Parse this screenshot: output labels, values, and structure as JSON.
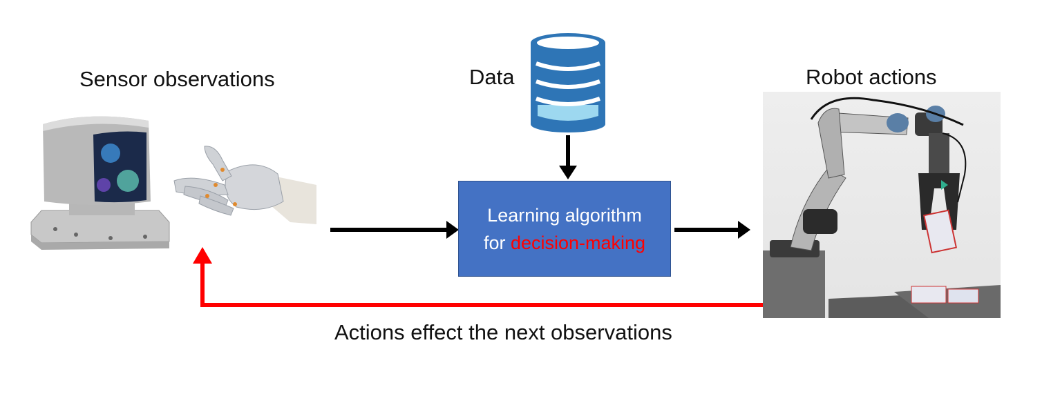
{
  "labels": {
    "sensor": "Sensor observations",
    "data": "Data",
    "robot": "Robot actions",
    "feedback": "Actions effect the next observations"
  },
  "algorithm_box": {
    "line1": "Learning algorithm",
    "line2_prefix": "for ",
    "line2_highlight": "decision-making"
  },
  "colors": {
    "box_fill": "#4472c4",
    "highlight_text": "#ff0000",
    "forward_arrow": "#000000",
    "feedback_arrow": "#ff0000",
    "database_blue": "#2e75b6",
    "database_light": "#9dd8f0"
  },
  "icons": {
    "database": "database-icon",
    "lidar": "lidar-sensor-image",
    "hand": "robotic-hand-image",
    "robot": "robot-arm-photo"
  }
}
